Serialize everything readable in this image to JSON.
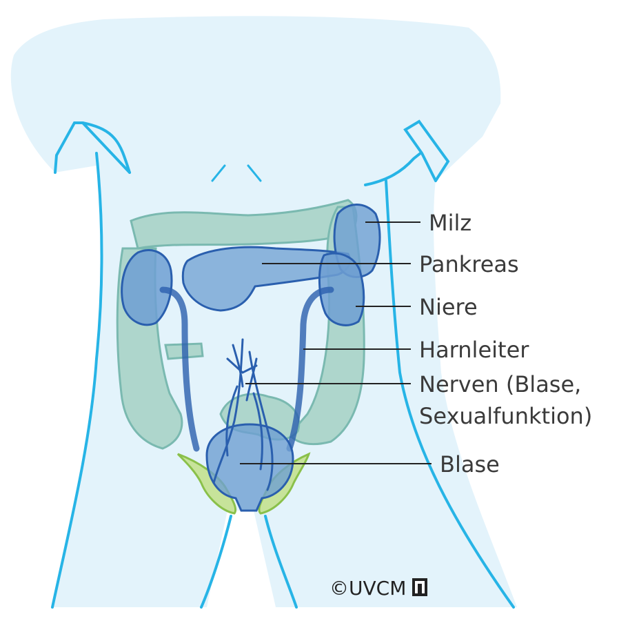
{
  "diagram": {
    "labels": {
      "milz": "Milz",
      "pankreas": "Pankreas",
      "niere": "Niere",
      "harnleiter": "Harnleiter",
      "nerven_line1": "Nerven (Blase,",
      "nerven_line2": "Sexualfunktion)",
      "blase": "Blase"
    },
    "copyright": "©UVCM"
  },
  "colors": {
    "body_fill": "#e3f3fb",
    "body_outline": "#27b4e6",
    "colon_fill": "#a9d3c7",
    "colon_stroke": "#6fb3a8",
    "organ_fill": "#6e9fd2",
    "organ_stroke": "#2a5fae",
    "pelvis_fill": "#c7e39a",
    "pelvis_stroke": "#8ac04a",
    "leader_line": "#222222"
  }
}
